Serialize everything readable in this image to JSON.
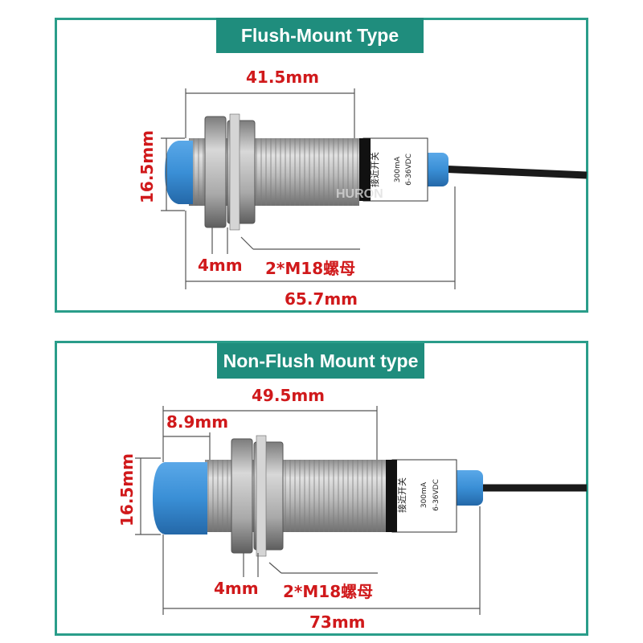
{
  "colors": {
    "frame": "#2a9d8a",
    "title_bg": "#1f8d7d",
    "dimension_text": "#d0191b",
    "sensor_cap": "#3a8fd6",
    "thread": "#b9b9b9"
  },
  "top": {
    "title": "Flush-Mount Type",
    "dims": {
      "length_body": "41.5mm",
      "diameter": "16.5mm",
      "nut": "4mm",
      "nut_label": "2*M18螺母",
      "total": "65.7mm"
    },
    "label": {
      "current": "300mA",
      "voltage": "6-36VDC",
      "chars": "接近开关",
      "watermark": "HURON"
    }
  },
  "bottom": {
    "title": "Non-Flush Mount type",
    "dims": {
      "length_body": "49.5mm",
      "head": "8.9mm",
      "diameter": "16.5mm",
      "nut": "4mm",
      "nut_label": "2*M18螺母",
      "total": "73mm"
    },
    "label": {
      "current": "300mA",
      "voltage": "6-36VDC",
      "chars": "接近开关"
    }
  }
}
